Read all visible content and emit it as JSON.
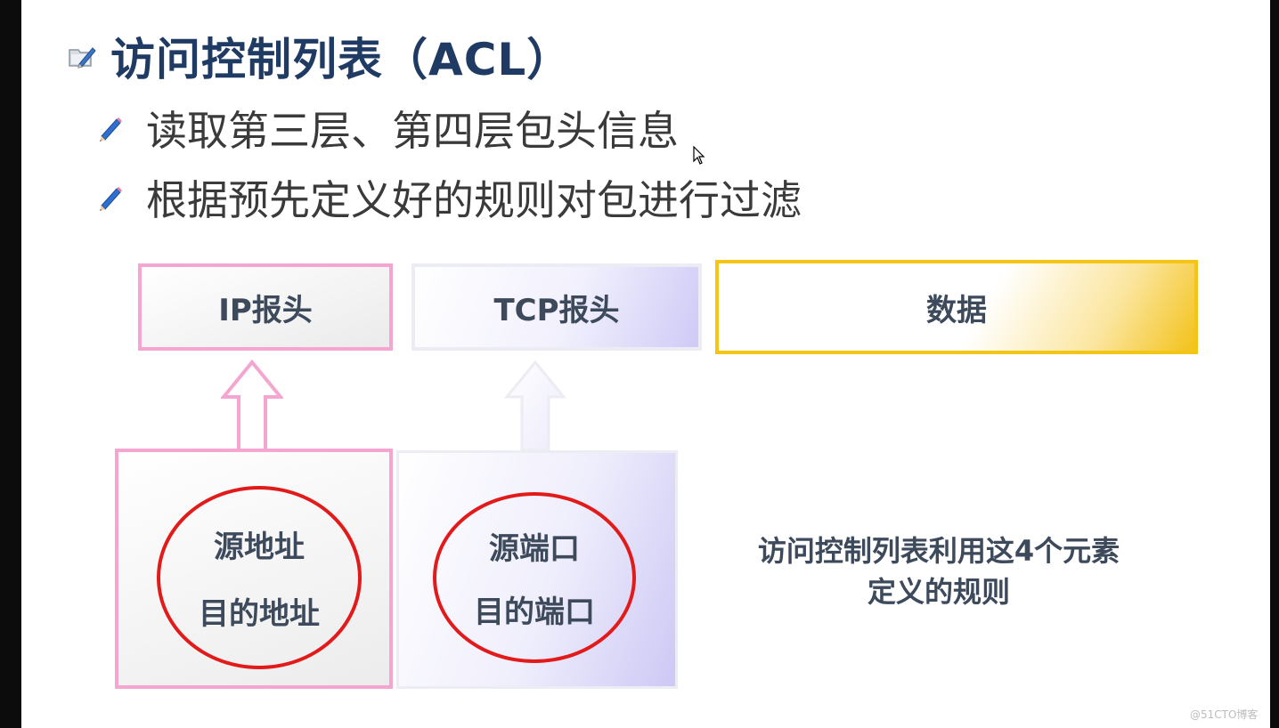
{
  "slide": {
    "title": "访问控制列表（ACL）",
    "bullets": [
      "读取第三层、第四层包头信息",
      "根据预先定义好的规则对包进行过滤"
    ]
  },
  "diagram": {
    "headers": {
      "ip": "IP报头",
      "tcp": "TCP报头",
      "data": "数据"
    },
    "ip_fields": [
      "源地址",
      "目的地址"
    ],
    "tcp_fields": [
      "源端口",
      "目的端口"
    ],
    "note_lines": [
      "访问控制列表利用这4个元素",
      "定义的规则"
    ]
  },
  "watermark": "@51CTO博客",
  "colors": {
    "title": "#1f3b63",
    "body_text": "#3a3a3a",
    "diagram_text": "#3d4a5c",
    "ip_border": "#f4a6d0",
    "tcp_fill": "#cfcaf6",
    "data_border": "#f2c516",
    "oval": "#e21a1a"
  },
  "icons": {
    "title": "folder-pencil-icon",
    "bullet": "pencil-icon",
    "cursor": "mouse-cursor-icon"
  }
}
